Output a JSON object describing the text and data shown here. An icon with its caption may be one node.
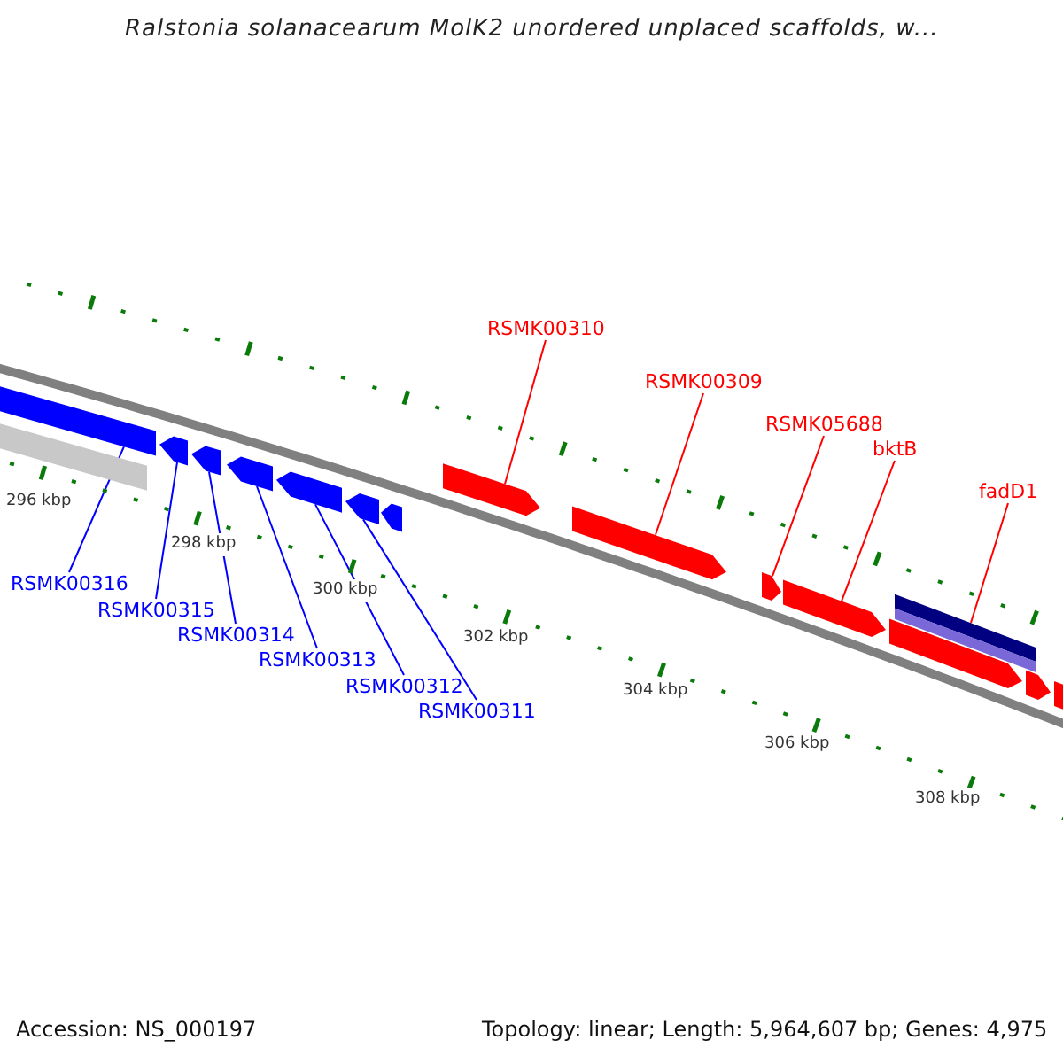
{
  "diagram": {
    "title": "Ralstonia solanacearum MolK2 unordered unplaced scaffolds, w...",
    "nodes": [
      {
        "text": [
          "RSMK00310"
        ]
      },
      {
        "text": [
          "RSMK00309"
        ]
      },
      {
        "text": [
          "RSMK05688"
        ]
      },
      {
        "text": [
          "bktB"
        ]
      },
      {
        "text": [
          "fadD1"
        ]
      },
      {
        "text": [
          "RSMK00316"
        ]
      },
      {
        "text": [
          "RSMK00315"
        ]
      },
      {
        "text": [
          "RSMK00314"
        ]
      },
      {
        "text": [
          "RSMK00313"
        ]
      },
      {
        "text": [
          "RSMK00312"
        ]
      },
      {
        "text": [
          "RSMK00311"
        ]
      },
      {
        "text": [],
        "shape": "box"
      },
      {
        "text": [],
        "shape": "box"
      },
      {
        "text": [],
        "shape": "box"
      },
      {
        "text": [],
        "shape": "box"
      },
      {
        "text": [],
        "shape": "bar"
      },
      {
        "text": [],
        "shape": "box"
      },
      {
        "text": [],
        "shape": "box"
      },
      {
        "text": [],
        "shape": "box"
      },
      {
        "text": [],
        "shape": "box"
      },
      {
        "text": [],
        "shape": "box"
      },
      {
        "text": [],
        "shape": "box"
      },
      {
        "text": [],
        "shape": "bar"
      },
      {
        "text": [],
        "shape": "box"
      },
      {
        "text": [],
        "shape": "box"
      },
      {
        "text": [],
        "shape": "box"
      },
      {
        "text": [],
        "shape": "box"
      }
    ],
    "edges": [
      {
        "from": 0,
        "to": 11,
        "arrow": "none",
        "color": "#ff0000"
      },
      {
        "from": 1,
        "to": 12,
        "arrow": "none",
        "color": "#ff0000"
      },
      {
        "from": 2,
        "to": 13,
        "arrow": "none",
        "color": "#ff0000"
      },
      {
        "from": 3,
        "to": 14,
        "arrow": "none",
        "color": "#ff0000"
      },
      {
        "from": 4,
        "to": 15,
        "arrow": "none",
        "color": "#ff0000"
      },
      {
        "from": 5,
        "to": 16,
        "arrow": "none"
      },
      {
        "from": 6,
        "to": 17,
        "arrow": "none"
      },
      {
        "from": 7,
        "to": 18,
        "arrow": "none"
      },
      {
        "from": 8,
        "to": 19,
        "arrow": "none"
      },
      {
        "from": 9,
        "to": 20,
        "arrow": "none"
      },
      {
        "from": 10,
        "to": 21,
        "arrow": "none"
      }
    ],
    "labels": [
      "296 kbp",
      "298 kbp",
      "300 kbp",
      "302 kbp",
      "304 kbp",
      "306 kbp",
      "308 kbp",
      "Accession: NS_000197",
      "Topology: linear; Length: 5,964,607 bp; Genes: 4,975"
    ]
  }
}
